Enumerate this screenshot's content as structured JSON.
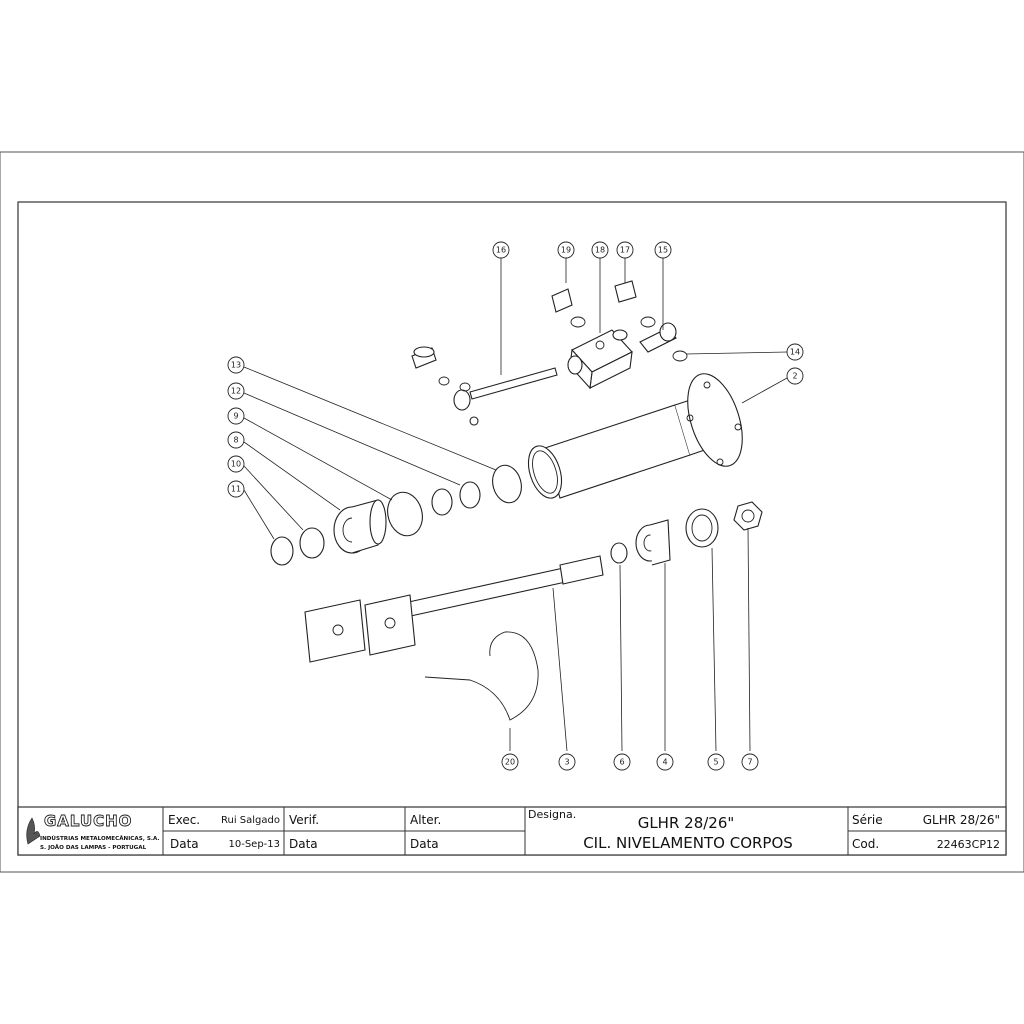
{
  "callouts": [
    "16",
    "19",
    "18",
    "17",
    "15",
    "14",
    "2",
    "13",
    "12",
    "9",
    "8",
    "10",
    "11",
    "3",
    "20",
    "6",
    "4",
    "5",
    "7"
  ],
  "company": {
    "logo_name": "GALUCHO",
    "line1": "INDÚSTRIAS METALOMECÂNICAS, S.A.",
    "line2": "S. JOÃO DAS LAMPAS - PORTUGAL"
  },
  "title_block": {
    "exec_label": "Exec.",
    "exec_value": "Rui Salgado",
    "data_label": "Data",
    "data_value": "10-Sep-13",
    "verif_label": "Verif.",
    "verif_data_label": "Data",
    "alter_label": "Alter.",
    "alter_data_label": "Data",
    "designa_label": "Designa.",
    "designa_line1": "GLHR 28/26\"",
    "designa_line2": "CIL. NIVELAMENTO CORPOS",
    "serie_label": "Série",
    "serie_value": "GLHR 28/26\"",
    "cod_label": "Cod.",
    "cod_value": "22463CP12"
  }
}
